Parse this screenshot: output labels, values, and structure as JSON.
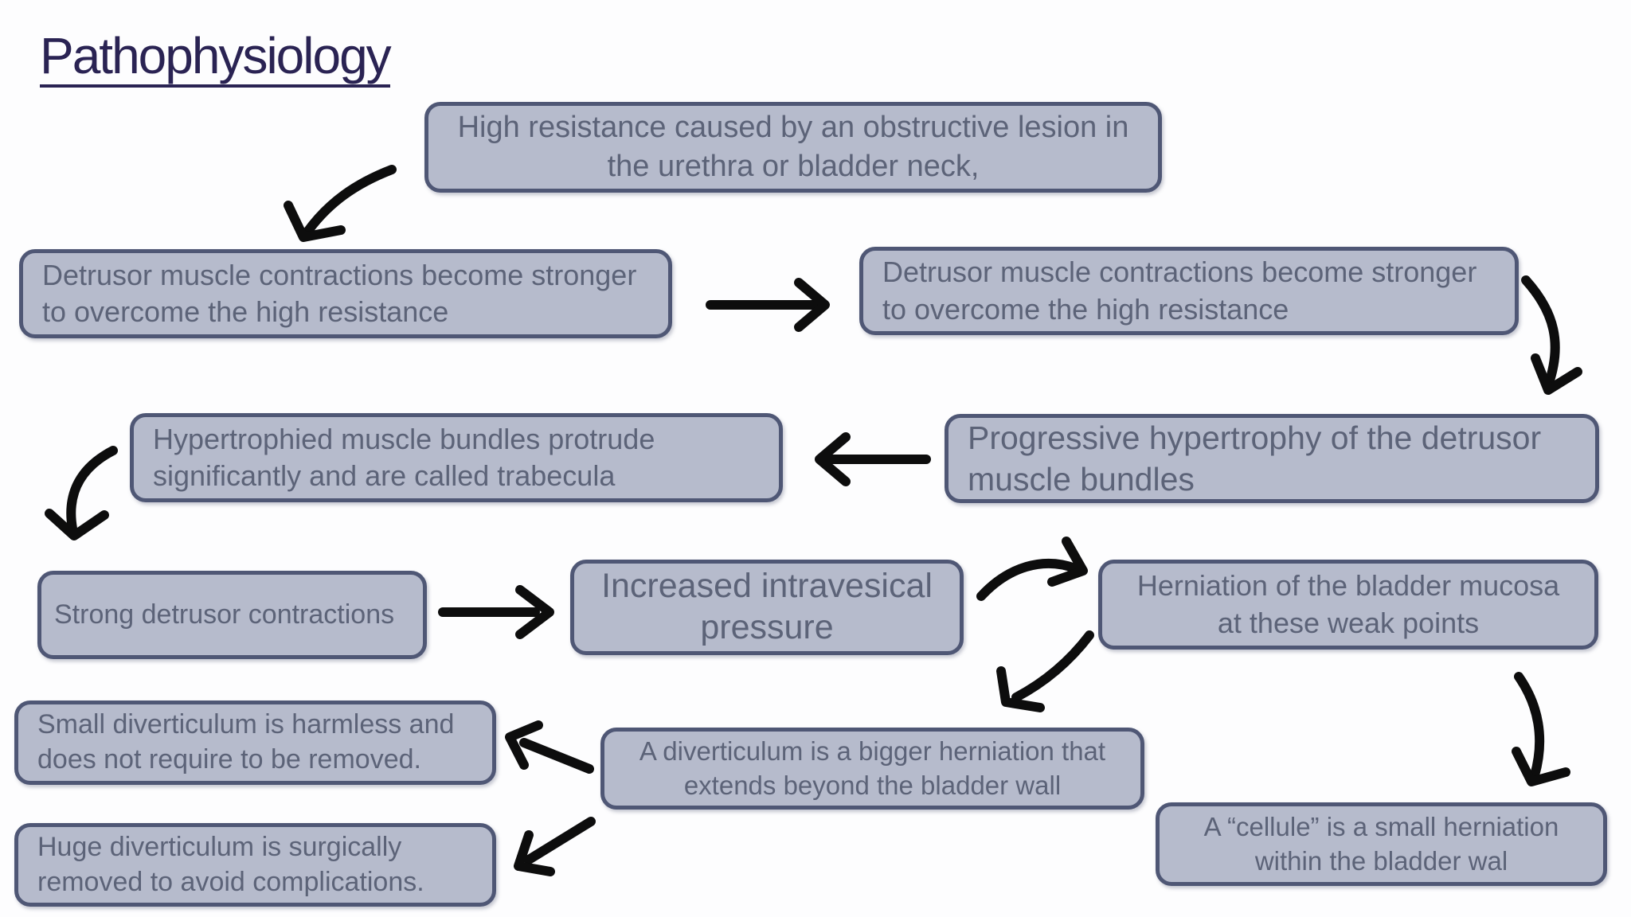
{
  "title": {
    "text": "Pathophysiology"
  },
  "colors": {
    "page_bg": "#fdfdfe",
    "box_fill": "#b6bbcc",
    "box_border": "#4f5775",
    "box_text": "#5c6378",
    "title_color": "#2a2353",
    "arrow_color": "#0d0d0d"
  },
  "boxes": [
    {
      "id": "high-resistance",
      "text": "High resistance caused by an obstructive lesion in the urethra or bladder neck,"
    },
    {
      "id": "detrusor-left",
      "text": "Detrusor muscle contractions become stronger to overcome the high resistance"
    },
    {
      "id": "detrusor-right",
      "text": "Detrusor muscle contractions become stronger to overcome the high resistance"
    },
    {
      "id": "trabecula",
      "text": "Hypertrophied muscle bundles protrude significantly and are called trabecula"
    },
    {
      "id": "progressive-hypertrophy",
      "text": "Progressive hypertrophy of the detrusor muscle bundles"
    },
    {
      "id": "strong-contractions",
      "text": "Strong detrusor contractions"
    },
    {
      "id": "intravesical-pressure",
      "text": "Increased intravesical pressure"
    },
    {
      "id": "herniation",
      "text": "Herniation of the bladder mucosa at these weak points"
    },
    {
      "id": "small-diverticulum",
      "text": "Small diverticulum is harmless and does not require to be removed."
    },
    {
      "id": "diverticulum",
      "text": "A diverticulum is a bigger herniation that extends beyond the bladder wall"
    },
    {
      "id": "huge-diverticulum",
      "text": "Huge diverticulum is surgically removed to avoid complications."
    },
    {
      "id": "cellule",
      "text": "A “cellule” is a small herniation within the bladder wal"
    }
  ],
  "arrows": [
    {
      "from": "high-resistance",
      "to": "detrusor-left",
      "style": "curved"
    },
    {
      "from": "detrusor-left",
      "to": "detrusor-right",
      "style": "straight"
    },
    {
      "from": "detrusor-right",
      "to": "progressive-hypertrophy",
      "style": "curved"
    },
    {
      "from": "progressive-hypertrophy",
      "to": "trabecula",
      "style": "straight"
    },
    {
      "from": "trabecula",
      "to": "strong-contractions",
      "style": "curved"
    },
    {
      "from": "strong-contractions",
      "to": "intravesical-pressure",
      "style": "straight"
    },
    {
      "from": "intravesical-pressure",
      "to": "herniation",
      "style": "curved"
    },
    {
      "from": "herniation",
      "to": "diverticulum",
      "style": "curved"
    },
    {
      "from": "herniation",
      "to": "cellule",
      "style": "curved"
    },
    {
      "from": "diverticulum",
      "to": "small-diverticulum",
      "style": "straight"
    },
    {
      "from": "diverticulum",
      "to": "huge-diverticulum",
      "style": "straight"
    }
  ]
}
